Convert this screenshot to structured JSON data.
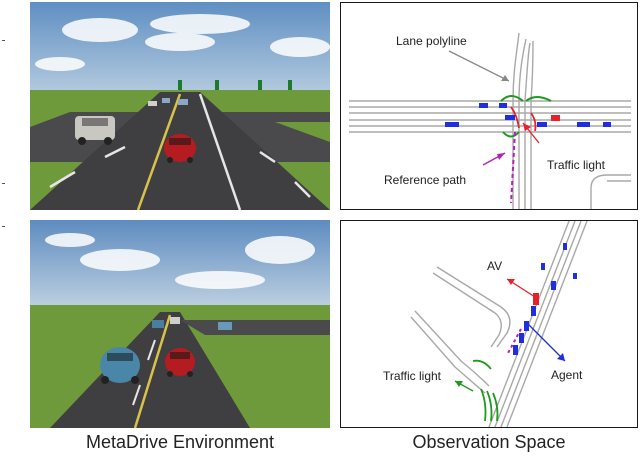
{
  "captions": {
    "left": "MetaDrive Environment",
    "right": "Observation Space"
  },
  "top_observation": {
    "annotations": {
      "lane_polyline": "Lane polyline",
      "traffic_light": "Traffic light",
      "reference_path": "Reference path"
    }
  },
  "bottom_observation": {
    "annotations": {
      "av": "AV",
      "agent": "Agent",
      "traffic_light": "Traffic light"
    }
  },
  "colors": {
    "lane": "#a8a8a8",
    "vehicle": "#1f2fe0",
    "ego": "#e8202a",
    "signal": "#1f9a1f",
    "reference_path": "#b31fb8",
    "pointer": "#888888"
  }
}
